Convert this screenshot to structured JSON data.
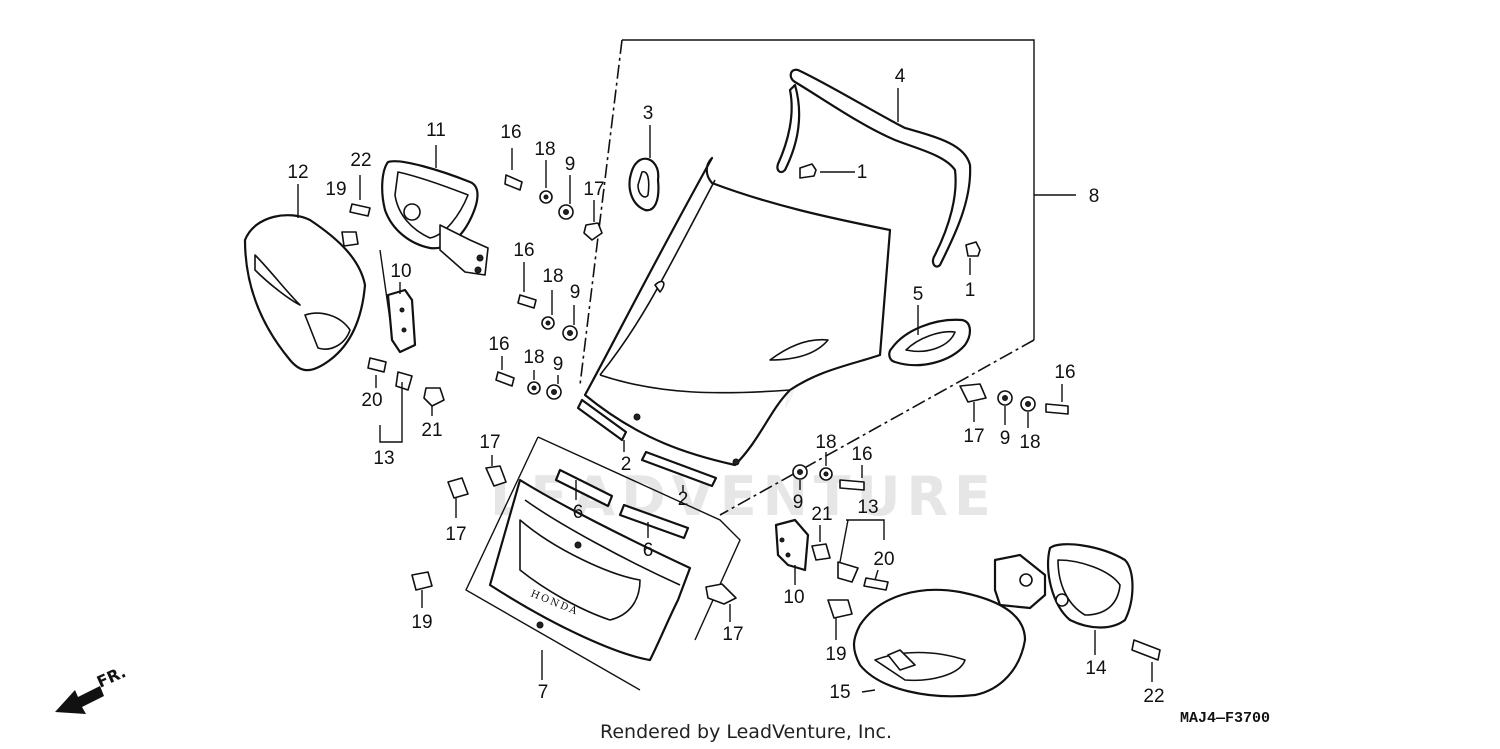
{
  "diagram": {
    "code": "MAJ4—F3700",
    "footer": "Rendered by LeadVenture, Inc.",
    "watermark": "LEADVENTURE",
    "brand_mark": "HONDA",
    "direction_label": "FR.",
    "callouts": [
      {
        "id": "c1",
        "text": "1"
      },
      {
        "id": "c1b",
        "text": "1"
      },
      {
        "id": "c2",
        "text": "2"
      },
      {
        "id": "c2b",
        "text": "2"
      },
      {
        "id": "c3",
        "text": "3"
      },
      {
        "id": "c4",
        "text": "4"
      },
      {
        "id": "c5",
        "text": "5"
      },
      {
        "id": "c6",
        "text": "6"
      },
      {
        "id": "c6b",
        "text": "6"
      },
      {
        "id": "c7",
        "text": "7"
      },
      {
        "id": "c8",
        "text": "8"
      },
      {
        "id": "c9a",
        "text": "9"
      },
      {
        "id": "c9b",
        "text": "9"
      },
      {
        "id": "c9c",
        "text": "9"
      },
      {
        "id": "c9d",
        "text": "9"
      },
      {
        "id": "c9e",
        "text": "9"
      },
      {
        "id": "c10",
        "text": "10"
      },
      {
        "id": "c10b",
        "text": "10"
      },
      {
        "id": "c11",
        "text": "11"
      },
      {
        "id": "c12",
        "text": "12"
      },
      {
        "id": "c13",
        "text": "13"
      },
      {
        "id": "c13b",
        "text": "13"
      },
      {
        "id": "c14",
        "text": "14"
      },
      {
        "id": "c15",
        "text": "15"
      },
      {
        "id": "c16a",
        "text": "16"
      },
      {
        "id": "c16b",
        "text": "16"
      },
      {
        "id": "c16c",
        "text": "16"
      },
      {
        "id": "c16d",
        "text": "16"
      },
      {
        "id": "c16e",
        "text": "16"
      },
      {
        "id": "c17a",
        "text": "17"
      },
      {
        "id": "c17b",
        "text": "17"
      },
      {
        "id": "c17c",
        "text": "17"
      },
      {
        "id": "c17d",
        "text": "17"
      },
      {
        "id": "c17e",
        "text": "17"
      },
      {
        "id": "c18a",
        "text": "18"
      },
      {
        "id": "c18b",
        "text": "18"
      },
      {
        "id": "c18c",
        "text": "18"
      },
      {
        "id": "c18d",
        "text": "18"
      },
      {
        "id": "c18e",
        "text": "18"
      },
      {
        "id": "c19",
        "text": "19"
      },
      {
        "id": "c19b",
        "text": "19"
      },
      {
        "id": "c19c",
        "text": "19"
      },
      {
        "id": "c20",
        "text": "20"
      },
      {
        "id": "c20b",
        "text": "20"
      },
      {
        "id": "c21",
        "text": "21"
      },
      {
        "id": "c21b",
        "text": "21"
      },
      {
        "id": "c22",
        "text": "22"
      },
      {
        "id": "c22b",
        "text": "22"
      }
    ]
  }
}
